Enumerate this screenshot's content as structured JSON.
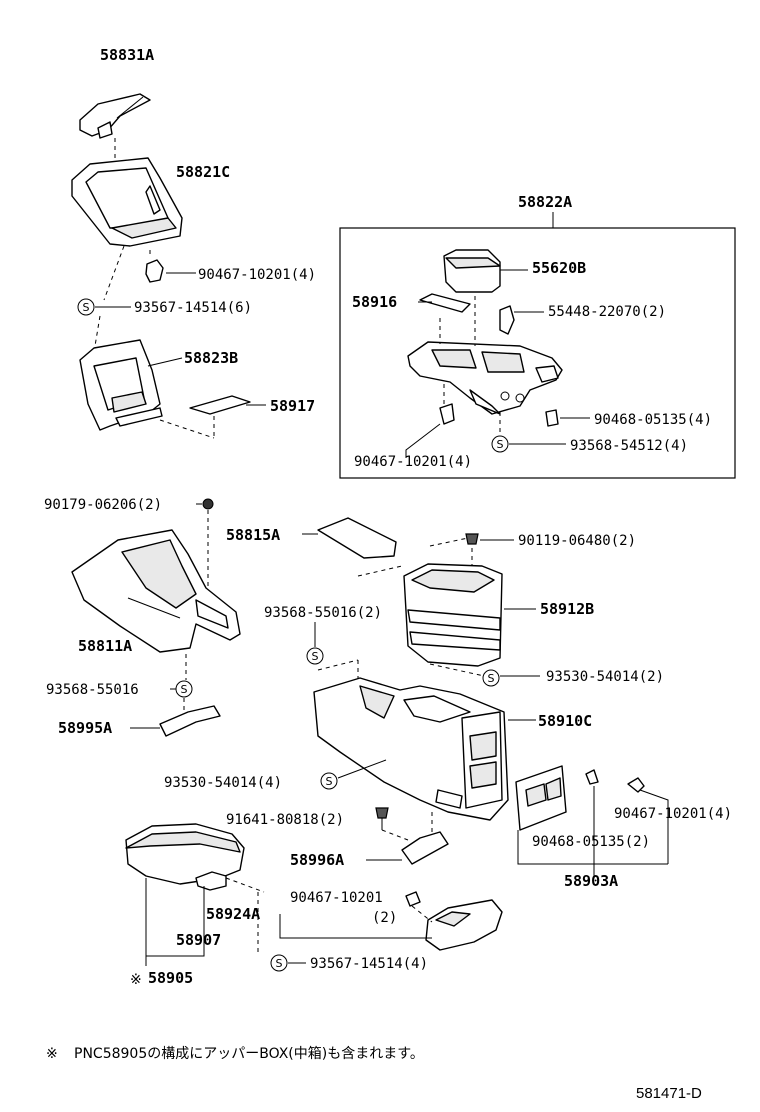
{
  "parts": {
    "p58831A": "58831A",
    "p58821C": "58821C",
    "p90467_a": "90467-10201(4)",
    "p93567_a": "93567-14514(6)",
    "p58823B": "58823B",
    "p58917": "58917",
    "p58822A": "58822A",
    "p55620B": "55620B",
    "p58916": "58916",
    "p55448": "55448-22070(2)",
    "p90468_a": "90468-05135(4)",
    "p93568_a": "93568-54512(4)",
    "p90467_b": "90467-10201(4)",
    "p90179": "90179-06206(2)",
    "p58815A": "58815A",
    "p90119": "90119-06480(2)",
    "p93568_b": "93568-55016(2)",
    "p58912B": "58912B",
    "p58811A": "58811A",
    "p93530_a": "93530-54014(2)",
    "p93568_c": "93568-55016",
    "p58995A": "58995A",
    "p58910C": "58910C",
    "p93530_b": "93530-54014(4)",
    "p91641": "91641-80818(2)",
    "p90467_c": "90467-10201(4)",
    "p90468_b": "90468-05135(2)",
    "p58996A": "58996A",
    "p58903A": "58903A",
    "p90467_d": "90467-10201",
    "p90467_d_qty": "(2)",
    "p58924A": "58924A",
    "p58907": "58907",
    "p58905": "58905",
    "p93567_b": "93567-14514(4)"
  },
  "symbols": {
    "screw_mark": "S",
    "note_mark": "※"
  },
  "note": "PNC58905の構成にアッパーBOX(中箱)も含まれます。",
  "figure_code": "581471-D"
}
